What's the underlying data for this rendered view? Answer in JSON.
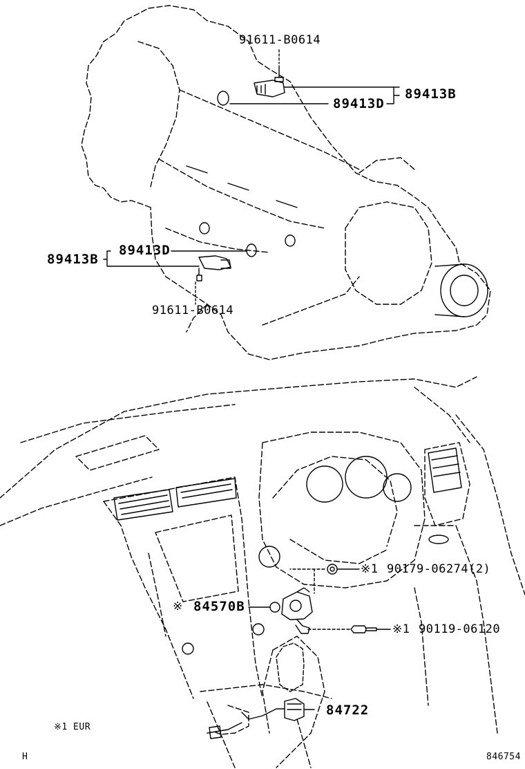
{
  "parts": {
    "bolt_top": "91611-B0614",
    "sensor_top": "89413B",
    "gasket_top": "89413D",
    "gasket_mid": "89413D",
    "sensor_mid": "89413B",
    "bolt_mid": "91611-B0614",
    "nut": "90179-06274(2)",
    "switch": "84570B",
    "bolt_lower": "90119-06120",
    "connector": "84722"
  },
  "marks": {
    "nut_mark": "※1",
    "switch_mark": "※",
    "bolt_mark": "※1"
  },
  "footnote": "※1 EUR",
  "corner_left": "H",
  "diagram_id": "846754"
}
